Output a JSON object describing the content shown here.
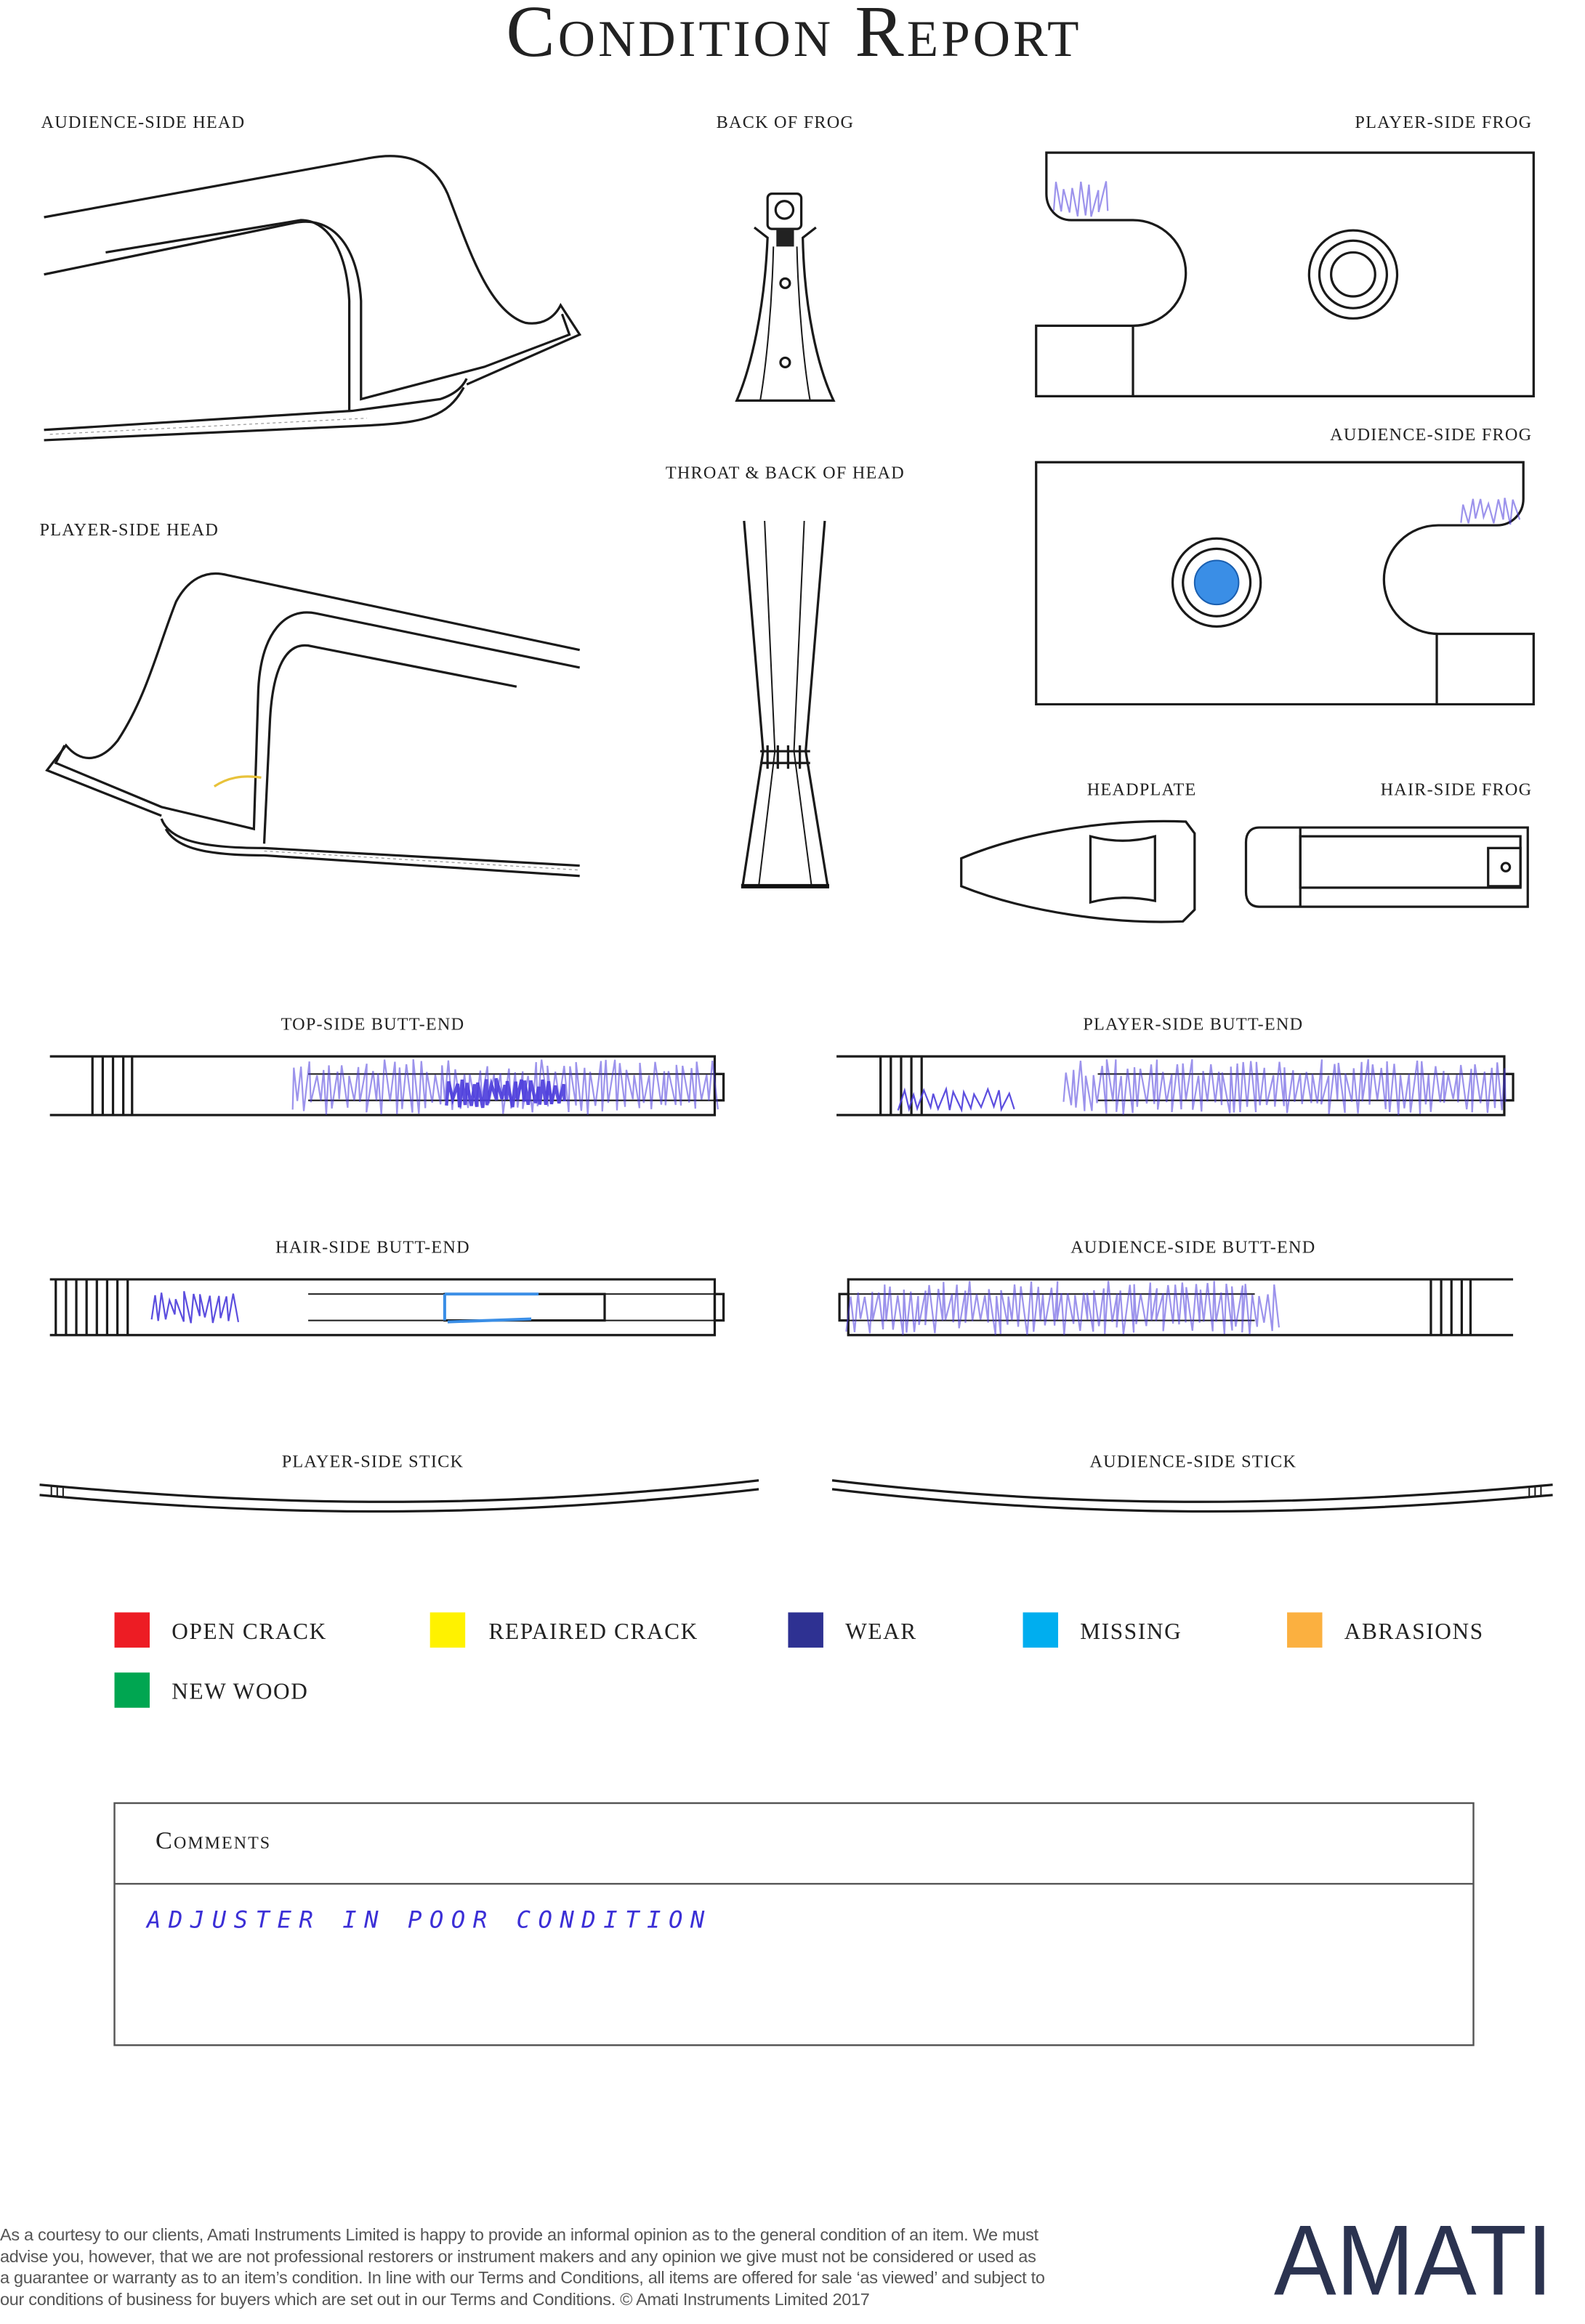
{
  "title": "Condition Report",
  "views": {
    "audience_side_head": "AUDIENCE-SIDE HEAD",
    "back_of_frog": "BACK OF FROG",
    "player_side_frog": "PLAYER-SIDE FROG",
    "audience_side_frog": "AUDIENCE-SIDE FROG",
    "throat_back_of_head": "THROAT & BACK OF HEAD",
    "player_side_head": "PLAYER-SIDE HEAD",
    "headplate": "HEADPLATE",
    "hair_side_frog": "HAIR-SIDE FROG",
    "top_side_butt_end": "TOP-SIDE BUTT-END",
    "player_side_butt_end": "PLAYER-SIDE BUTT-END",
    "hair_side_butt_end": "HAIR-SIDE BUTT-END",
    "audience_side_butt_end": "AUDIENCE-SIDE BUTT-END",
    "player_side_stick": "PLAYER-SIDE STICK",
    "audience_side_stick": "AUDIENCE-SIDE STICK"
  },
  "legend": [
    {
      "label": "OPEN CRACK",
      "color": "#ed1c24"
    },
    {
      "label": "REPAIRED CRACK",
      "color": "#fff200"
    },
    {
      "label": "WEAR",
      "color": "#2e3192"
    },
    {
      "label": "MISSING",
      "color": "#00aeef"
    },
    {
      "label": "ABRASIONS",
      "color": "#fbb040"
    },
    {
      "label": "NEW WOOD",
      "color": "#00a651"
    }
  ],
  "comments": {
    "heading": "Comments",
    "text": "ADJUSTER IN POOR CONDITION"
  },
  "footer": {
    "lines": [
      "As a courtesy to our clients, Amati Instruments Limited is happy to provide an informal opinion as to the general condition of an item. We must",
      "advise you, however, that we are not professional restorers or instrument makers and any opinion we give must not be considered or used as",
      "a guarantee or warranty as to an item’s condition. In line with our Terms and Conditions, all items are offered for sale ‘as viewed’ and subject to",
      "our conditions of business for buyers which are set out in our Terms and Conditions. © Amati Instruments Limited 2017"
    ]
  },
  "logo": "AMATI",
  "colors": {
    "wear_mark": "#4a3bdc",
    "missing_mark": "#3a8ee6",
    "repaired_mark": "#e8c23a"
  }
}
